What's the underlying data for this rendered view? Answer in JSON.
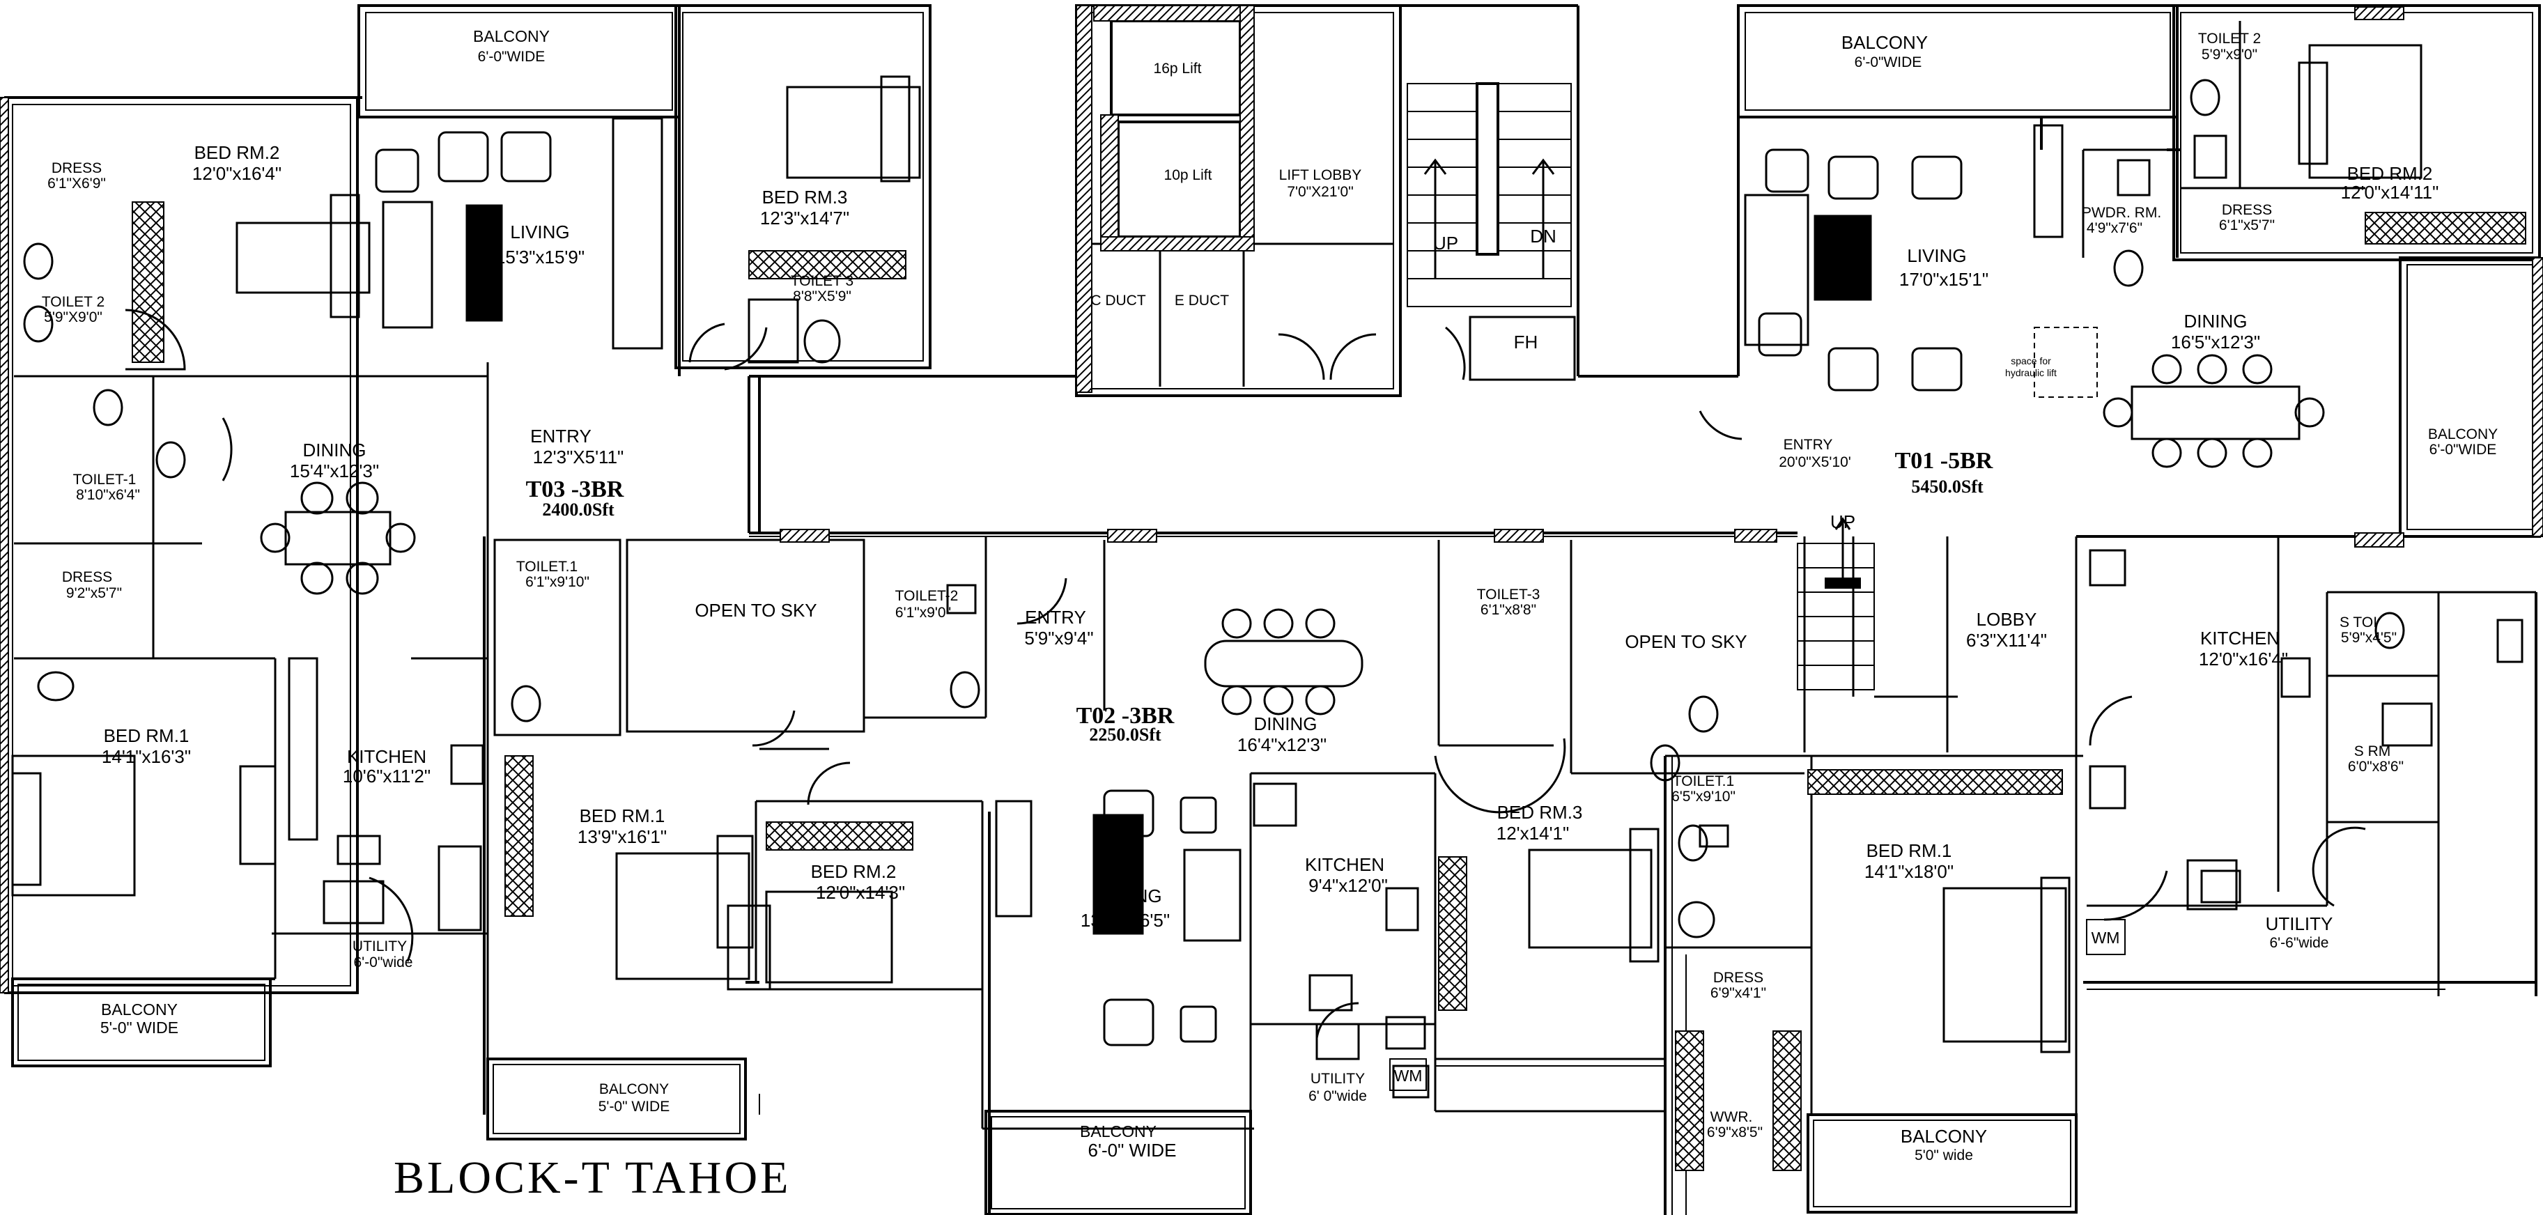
{
  "title": "BLOCK-T TAHOE",
  "units": {
    "t03": {
      "name": "T03 -3BR",
      "area": "2400.0Sft"
    },
    "t02": {
      "name": "T02 -3BR",
      "area": "2250.0Sft"
    },
    "t01": {
      "name": "T01 -5BR",
      "area": "5450.0Sft"
    }
  },
  "rooms": {
    "t03_balcony_top": {
      "name": "BALCONY",
      "dim": "6'-0\"WIDE"
    },
    "t03_bed2": {
      "name": "BED RM.2",
      "dim": "12'0\"x16'4\""
    },
    "t03_dress_top": {
      "name": "DRESS",
      "dim": "6'1\"X6'9\""
    },
    "t03_toilet2": {
      "name": "TOILET 2",
      "dim": "5'9\"X9'0\""
    },
    "t03_living": {
      "name": "LIVING",
      "dim": "15'3\"x15'9\""
    },
    "t03_bed3": {
      "name": "BED RM.3",
      "dim": "12'3\"x14'7\""
    },
    "t03_toilet3": {
      "name": "TOILET 3",
      "dim": "8'8\"X5'9\""
    },
    "t03_entry": {
      "name": "ENTRY",
      "dim": "12'3\"X5'11\""
    },
    "t03_dining": {
      "name": "DINING",
      "dim": "15'4\"x12'3\""
    },
    "t03_toilet1": {
      "name": "TOILET-1",
      "dim": "8'10\"x6'4\""
    },
    "t03_dress": {
      "name": "DRESS",
      "dim": "9'2\"x5'7\""
    },
    "t03_bed1": {
      "name": "BED RM.1",
      "dim": "14'1\"x16'3\""
    },
    "t03_kitchen": {
      "name": "KITCHEN",
      "dim": "10'6\"x11'2\""
    },
    "t03_utility": {
      "name": "UTILITY",
      "dim": "6'-0\"wide"
    },
    "t03_balcony_bottom": {
      "name": "BALCONY",
      "dim": "5'-0\" WIDE"
    },
    "lift16": {
      "name": "16p Lift"
    },
    "lift10": {
      "name": "10p Lift"
    },
    "lift_lobby": {
      "name": "LIFT LOBBY",
      "dim": "7'0\"X21'0\""
    },
    "c_duct": {
      "name": "C DUCT"
    },
    "e_duct": {
      "name": "E DUCT"
    },
    "stair_up": {
      "name": "UP"
    },
    "stair_dn": {
      "name": "DN"
    },
    "fh": {
      "name": "FH"
    },
    "t02_toilet1": {
      "name": "TOILET.1",
      "dim": "6'1\"x9'10\""
    },
    "t02_open_sky": {
      "name": "OPEN TO SKY"
    },
    "t02_toilet2": {
      "name": "TOILET-2",
      "dim": "6'1\"x9'0\""
    },
    "t02_entry": {
      "name": "ENTRY",
      "dim": "5'9\"x9'4\""
    },
    "t02_dining": {
      "name": "DINING",
      "dim": "16'4\"x12'3\""
    },
    "t02_toilet3": {
      "name": "TOILET-3",
      "dim": "6'1\"x8'8\""
    },
    "t02_bed1": {
      "name": "BED RM.1",
      "dim": "13'9\"x16'1\""
    },
    "t02_bed2": {
      "name": "BED RM.2",
      "dim": "12'0\"x14'3\""
    },
    "t02_living": {
      "name": "LIVING",
      "dim": "13'1\"x16'5\""
    },
    "t02_kitchen": {
      "name": "KITCHEN",
      "dim": "9'4\"x12'0\""
    },
    "t02_bed3": {
      "name": "BED RM.3",
      "dim": "12'x14'1\""
    },
    "t02_balcony_left": {
      "name": "BALCONY",
      "dim": "5'-0\" WIDE"
    },
    "t02_balcony_mid": {
      "name": "BALCONY",
      "dim": "6'-0\" WIDE"
    },
    "t02_utility": {
      "name": "UTILITY",
      "dim": "6' 0\"wide"
    },
    "t02_wm": {
      "name": "WM"
    },
    "t02_open_sky_2": {
      "name": "OPEN TO SKY"
    },
    "t01_balcony_top": {
      "name": "BALCONY",
      "dim": "6'-0\"WIDE"
    },
    "t01_living": {
      "name": "LIVING",
      "dim": "17'0\"x15'1\""
    },
    "t01_pwdr": {
      "name": "PWDR. RM.",
      "dim": "4'9\"x7'6\""
    },
    "t01_toilet2": {
      "name": "TOILET 2",
      "dim": "5'9\"x9'0\""
    },
    "t01_bed2": {
      "name": "BED RM.2",
      "dim": "12'0\"x14'11\""
    },
    "t01_dress_top": {
      "name": "DRESS",
      "dim": "6'1\"x5'7\""
    },
    "t01_dining": {
      "name": "DINING",
      "dim": "16'5\"x12'3\""
    },
    "t01_hydraulic": {
      "name": "space for",
      "dim": "hydraulic lift"
    },
    "t01_balcony_right": {
      "name": "BALCONY",
      "dim": "6'-0\"WIDE"
    },
    "t01_entry": {
      "name": "ENTRY",
      "dim": "20'0\"X5'10'"
    },
    "t01_lobby": {
      "name": "LOBBY",
      "dim": "6'3\"X11'4\""
    },
    "t01_up": {
      "name": "UP"
    },
    "t01_kitchen": {
      "name": "KITCHEN",
      "dim": "12'0\"x16'4\""
    },
    "t01_s_toi": {
      "name": "S TOI",
      "dim": "5'9\"x4'5\""
    },
    "t01_s_rm": {
      "name": "S RM",
      "dim": "6'0\"x8'6\""
    },
    "t01_toilet1": {
      "name": "TOILET.1",
      "dim": "6'5\"x9'10\""
    },
    "t01_bed1": {
      "name": "BED RM.1",
      "dim": "14'1\"x18'0\""
    },
    "t01_dress": {
      "name": "DRESS",
      "dim": "6'9\"x4'1\""
    },
    "t01_wwr": {
      "name": "WWR.",
      "dim": "6'9\"x8'5\""
    },
    "t01_utility": {
      "name": "UTILITY",
      "dim": "6'-6\"wide"
    },
    "t01_wm": {
      "name": "WM"
    },
    "t01_balcony_bottom": {
      "name": "BALCONY",
      "dim": "5'0\" wide"
    }
  }
}
